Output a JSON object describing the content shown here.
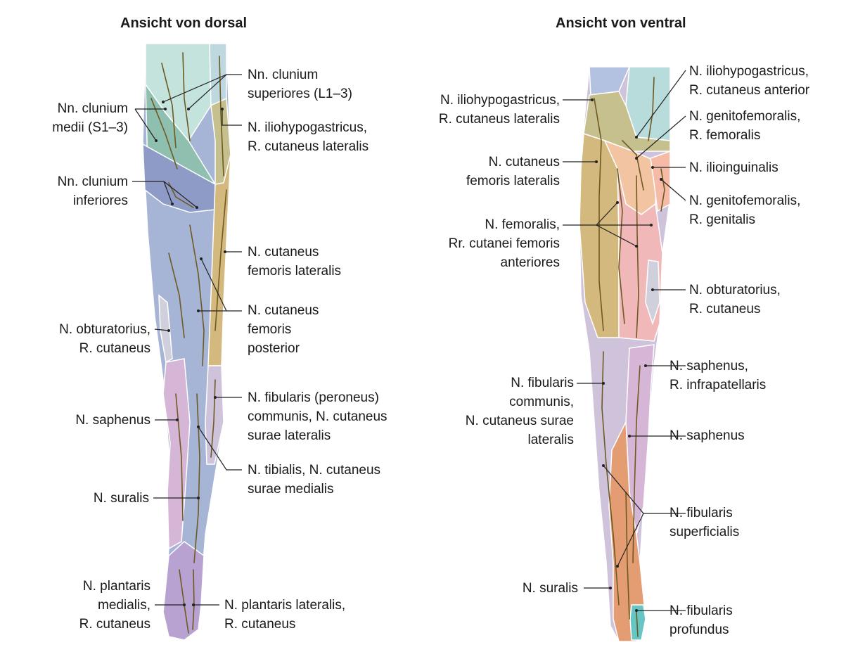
{
  "titles": {
    "dorsal": "Ansicht von dorsal",
    "ventral": "Ansicht von ventral"
  },
  "dorsal_labels": {
    "clunium_superiores": [
      "Nn. clunium",
      "superiores (L1–3)"
    ],
    "clunium_medii": [
      "Nn. clunium",
      "medii (S1–3)"
    ],
    "iliohypogastricus": [
      "N. iliohypogastricus,",
      "R. cutaneus lateralis"
    ],
    "clunium_inferiores": [
      "Nn. clunium",
      "inferiores"
    ],
    "cutaneus_femoris_lateralis": [
      "N. cutaneus",
      "femoris lateralis"
    ],
    "obturatorius": [
      "N. obturatorius,",
      "R. cutaneus"
    ],
    "cutaneus_femoris_posterior": [
      "N. cutaneus",
      "femoris",
      "posterior"
    ],
    "fibularis_communis": [
      "N. fibularis (peroneus)",
      "communis, N. cutaneus",
      "surae lateralis"
    ],
    "saphenus": [
      "N. saphenus"
    ],
    "tibialis": [
      "N. tibialis, N. cutaneus",
      "surae medialis"
    ],
    "suralis": [
      "N. suralis"
    ],
    "plantaris_medialis": [
      "N. plantaris",
      "medialis,",
      "R. cutaneus"
    ],
    "plantaris_lateralis": [
      "N. plantaris lateralis,",
      "R. cutaneus"
    ]
  },
  "ventral_labels": {
    "iliohypogastricus_ant": [
      "N. iliohypogastricus,",
      "R. cutaneus anterior"
    ],
    "iliohypogastricus_lat": [
      "N. iliohypogastricus,",
      "R. cutaneus lateralis"
    ],
    "genitofemoralis_fem": [
      "N. genitofemoralis,",
      "R. femoralis"
    ],
    "cutaneus_femoris_lateralis": [
      "N. cutaneus",
      "femoris lateralis"
    ],
    "ilioinguinalis": [
      "N. ilioinguinalis"
    ],
    "genitofemoralis_gen": [
      "N. genitofemoralis,",
      "R. genitalis"
    ],
    "femoralis": [
      "N. femoralis,",
      "Rr. cutanei femoris",
      "anteriores"
    ],
    "obturatorius": [
      "N. obturatorius,",
      "R. cutaneus"
    ],
    "saphenus_infra": [
      "N. saphenus,",
      "R. infrapatellaris"
    ],
    "fibularis_communis": [
      "N. fibularis",
      "communis,",
      "N. cutaneus surae",
      "lateralis"
    ],
    "saphenus": [
      "N. saphenus"
    ],
    "fibularis_superficialis": [
      "N. fibularis",
      "superficialis"
    ],
    "suralis": [
      "N. suralis"
    ],
    "fibularis_profundus": [
      "N. fibularis",
      "profundus"
    ]
  },
  "colors": {
    "clunium_superiores": "#c3e3dc",
    "clunium_medii": "#8fbfae",
    "clunium_inferiores": "#8f9bc7",
    "iliohypogastricus_lat": "#c6bf8e",
    "cutaneus_femoris_lateralis": "#d4b97e",
    "cutaneus_femoris_posterior": "#a6b4d6",
    "obturatorius": "#cfd0dc",
    "saphenus": "#d6b6d6",
    "fibularis_communis": "#cfc3db",
    "tibialis": "#b9bedb",
    "plantaris": "#b8a2d2",
    "iliohypogastricus_ant": "#b8dcdb",
    "genitofemoralis_fem": "#f3c4a2",
    "ilioinguinalis": "#f6bba6",
    "femoralis": "#f1b8b9",
    "fibularis_superficialis": "#e49c72",
    "fibularis_profundus": "#67c5c4",
    "nerve": "#6e5a22"
  }
}
